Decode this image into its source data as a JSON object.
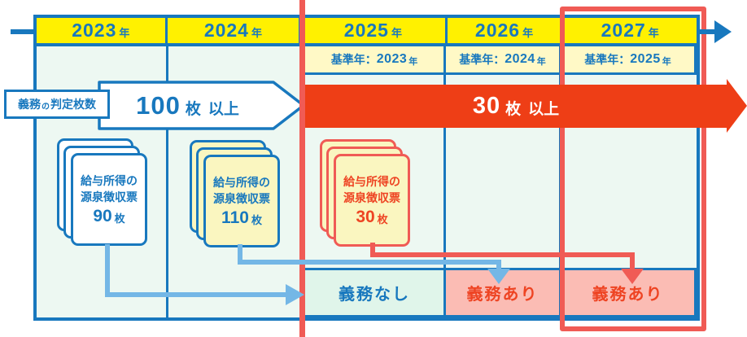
{
  "header": {
    "years": [
      {
        "num": "2023",
        "unit": "年"
      },
      {
        "num": "2024",
        "unit": "年"
      },
      {
        "num": "2025",
        "unit": "年"
      },
      {
        "num": "2026",
        "unit": "年"
      },
      {
        "num": "2027",
        "unit": "年"
      }
    ]
  },
  "base_years": [
    {
      "label": "基準年：",
      "num": "2023",
      "unit": "年"
    },
    {
      "label": "基準年：",
      "num": "2024",
      "unit": "年"
    },
    {
      "label": "基準年：",
      "num": "2025",
      "unit": "年"
    }
  ],
  "judgment": {
    "label_head": "義務",
    "label_particle": "の",
    "label_tail": "判定枚数",
    "white_arrow": {
      "num": "100",
      "unit": "枚",
      "cond": "以上"
    },
    "red_arrow": {
      "num": "30",
      "unit": "枚",
      "cond": "以上"
    }
  },
  "cards": [
    {
      "line1": "給与所得の",
      "line2": "源泉徴収票",
      "count": "90",
      "unit": "枚"
    },
    {
      "line1": "給与所得の",
      "line2": "源泉徴収票",
      "count": "110",
      "unit": "枚"
    },
    {
      "line1": "給与所得の",
      "line2": "源泉徴収票",
      "count": "30",
      "unit": "枚"
    }
  ],
  "results": [
    {
      "label": "義務なし"
    },
    {
      "label": "義務あり"
    },
    {
      "label": "義務あり"
    }
  ],
  "colors": {
    "blue": "#1878BE",
    "light_blue": "#74B7E6",
    "yellow": "#FFF100",
    "pale_yellow": "#FFF9C6",
    "card_yellow": "#FAF6C0",
    "mint": "#EDF8F2",
    "mint_green": "#E0F5EA",
    "orange_red": "#EE3E16",
    "coral": "#F05B55",
    "pink": "#FBBCB4",
    "red_text": "#EE4423"
  }
}
